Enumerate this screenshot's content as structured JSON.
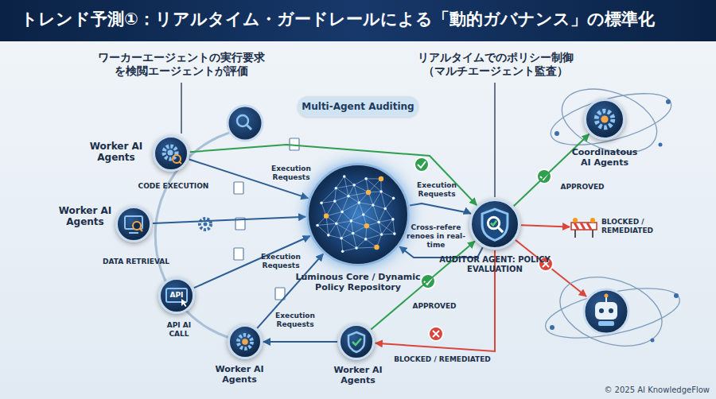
{
  "diagram": {
    "title": "トレンド予測①：リアルタイム・ガードレールによる「動的ガバナンス」の標準化",
    "nodes": [
      {
        "text": [
          "Worker AI Agents",
          "CODE EXECUTION"
        ]
      },
      {
        "text": [
          "Worker AI Agents",
          "DATA RETRIEVAL"
        ]
      },
      {
        "text": [
          "API",
          "API AI CALL"
        ]
      },
      {
        "text": [
          "Worker AI Agents"
        ]
      },
      {
        "text": [
          "Luminous Core / Dynamic Policy Repository"
        ]
      },
      {
        "text": [
          "Worker AI Agents"
        ]
      },
      {
        "text": [
          "AUDITOR AGENT: POLICY EVALUATION"
        ]
      },
      {
        "text": [
          "Coordinatous AI Agents"
        ]
      },
      {
        "text": [
          "BLOCKED / REMEDIATED"
        ]
      }
    ],
    "edges": [
      {
        "from": 0,
        "to": 4,
        "arrow": "to",
        "label": "Execution Requests"
      },
      {
        "from": 1,
        "to": 4,
        "arrow": "to"
      },
      {
        "from": 2,
        "to": 4,
        "arrow": "to",
        "label": "Execution Requests"
      },
      {
        "from": 3,
        "to": 4,
        "arrow": "to",
        "label": "Execution Requests"
      },
      {
        "from": 4,
        "to": 6,
        "arrow": "to",
        "label": "Execution Requests"
      },
      {
        "from": 6,
        "to": 4,
        "arrow": "to",
        "label": "Cross-refere renoes in real-time"
      },
      {
        "from": 0,
        "to": 6,
        "arrow": "to"
      },
      {
        "from": 6,
        "to": 7,
        "arrow": "to",
        "label": "APPROVED"
      },
      {
        "from": 6,
        "to": 8,
        "arrow": "to"
      },
      {
        "from": 5,
        "to": 6,
        "arrow": "to",
        "label": "APPROVED"
      },
      {
        "from": 6,
        "to": 5,
        "arrow": "to",
        "label": "BLOCKED / REMEDIATED"
      },
      {
        "from": 5,
        "to": 3,
        "arrow": "to"
      }
    ],
    "labels": [
      "ワーカーエージェントの実行要求 を検閲エージェントが評価",
      "リアルタイムでのポリシー制御 （マルチエージェント監査）",
      "Multi-Agent Auditing",
      "© 2025 AI KnowledgeFlow"
    ]
  }
}
